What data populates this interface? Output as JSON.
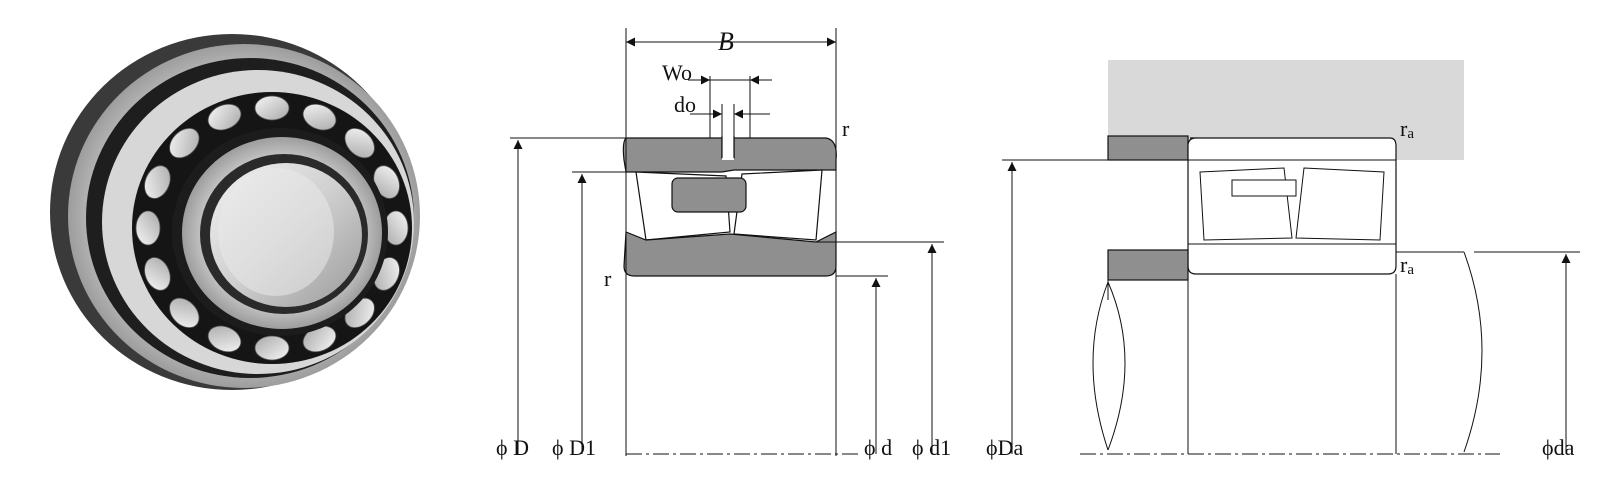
{
  "labels": {
    "width": "B",
    "oil_groove_width": "Wo",
    "oil_hole_dia": "do",
    "chamfer_outer": "r",
    "chamfer_inner": "r",
    "outer_dia": "ϕ D",
    "outer_ring_dia": "ϕ D1",
    "bore_dia": "ϕ d",
    "inner_ring_dia": "ϕ d1",
    "housing_dia": "ϕDa",
    "shaft_dia": "ϕda",
    "fillet_top": "r",
    "fillet_top_sub": "a",
    "fillet_bottom": "r",
    "fillet_bottom_sub": "a"
  },
  "colors": {
    "ring_fill": "#8f8f8f",
    "housing_fill": "#d9d9d9",
    "steel_light": "#e6e6e6",
    "steel_dark": "#2a2a2a",
    "line": "#111111"
  }
}
